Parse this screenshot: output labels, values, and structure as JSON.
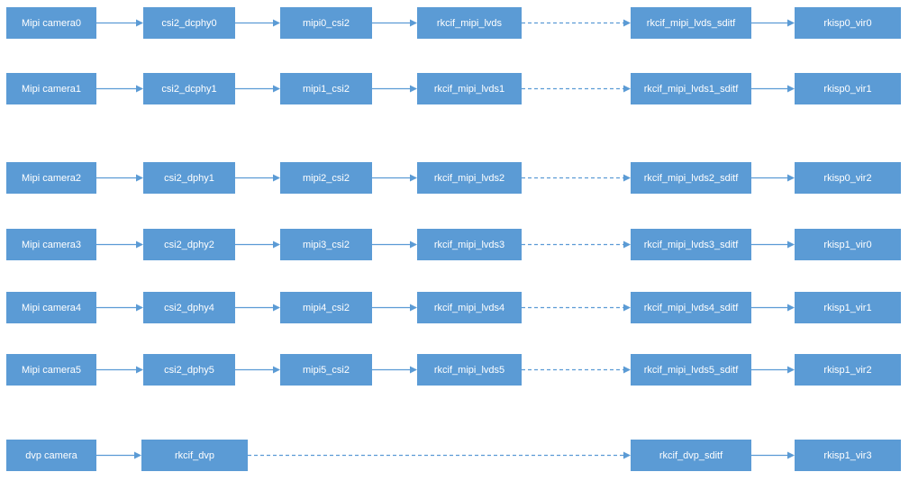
{
  "diagram": {
    "rows": [
      [
        "Mipi camera0",
        "csi2_dcphy0",
        "mipi0_csi2",
        "rkcif_mipi_lvds",
        "rkcif_mipi_lvds_sditf",
        "rkisp0_vir0"
      ],
      [
        "Mipi camera1",
        "csi2_dcphy1",
        "mipi1_csi2",
        "rkcif_mipi_lvds1",
        "rkcif_mipi_lvds1_sditf",
        "rkisp0_vir1"
      ],
      [
        "Mipi camera2",
        "csi2_dphy1",
        "mipi2_csi2",
        "rkcif_mipi_lvds2",
        "rkcif_mipi_lvds2_sditf",
        "rkisp0_vir2"
      ],
      [
        "Mipi camera3",
        "csi2_dphy2",
        "mipi3_csi2",
        "rkcif_mipi_lvds3",
        "rkcif_mipi_lvds3_sditf",
        "rkisp1_vir0"
      ],
      [
        "Mipi camera4",
        "csi2_dphy4",
        "mipi4_csi2",
        "rkcif_mipi_lvds4",
        "rkcif_mipi_lvds4_sditf",
        "rkisp1_vir1"
      ],
      [
        "Mipi camera5",
        "csi2_dphy5",
        "mipi5_csi2",
        "rkcif_mipi_lvds5",
        "rkcif_mipi_lvds5_sditf",
        "rkisp1_vir2"
      ]
    ],
    "dvp_row": [
      "dvp camera",
      "rkcif_dvp",
      "rkcif_dvp_sditf",
      "rkisp1_vir3"
    ],
    "colors": {
      "node_fill": "#5b9bd5",
      "node_text": "#ffffff",
      "connector": "#5b9bd5"
    }
  }
}
